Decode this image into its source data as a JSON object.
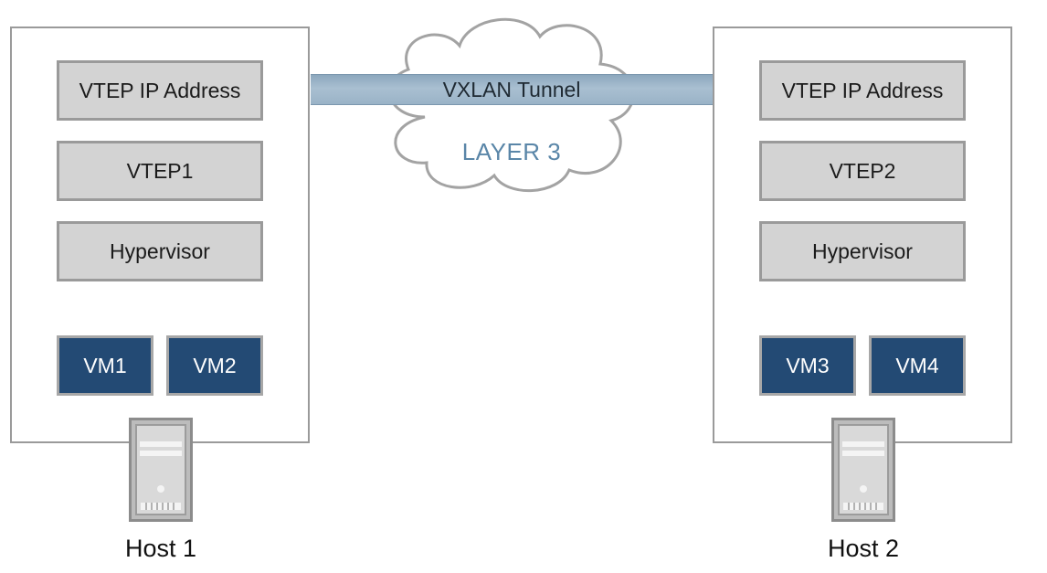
{
  "tunnel": {
    "label": "VXLAN Tunnel"
  },
  "network": {
    "label": "LAYER 3"
  },
  "hosts": [
    {
      "label": "Host 1",
      "vtep_ip_label": "VTEP IP Address",
      "vtep_label": "VTEP1",
      "hypervisor_label": "Hypervisor",
      "vms": [
        "VM1",
        "VM2"
      ]
    },
    {
      "label": "Host 2",
      "vtep_ip_label": "VTEP IP Address",
      "vtep_label": "VTEP2",
      "hypervisor_label": "Hypervisor",
      "vms": [
        "VM3",
        "VM4"
      ]
    }
  ],
  "icons": {
    "server": "server-icon",
    "cloud": "cloud-icon"
  },
  "colors": {
    "vm_fill": "#234a74",
    "box_fill": "#d3d3d3",
    "border": "#9a9a9a",
    "tunnel": "#a9bfd1",
    "layer3_text": "#5a86a8"
  }
}
